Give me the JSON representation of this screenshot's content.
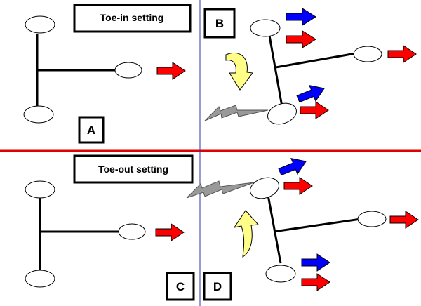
{
  "labels": {
    "toe_in": "Toe-in setting",
    "toe_out": "Toe-out setting"
  },
  "panels": {
    "a": "A",
    "b": "B",
    "c": "C",
    "d": "D"
  },
  "colors": {
    "divider_horizontal": "#e00000",
    "divider_vertical": "#3333aa",
    "force_arrow": "#ff0000",
    "steer_arrow": "#0000ff",
    "rotation_arrow": "#ffff88",
    "impact_spark": "#999999"
  },
  "icons": {
    "rotation": "curved-rotation-arrow",
    "impact": "lightning-spark"
  }
}
